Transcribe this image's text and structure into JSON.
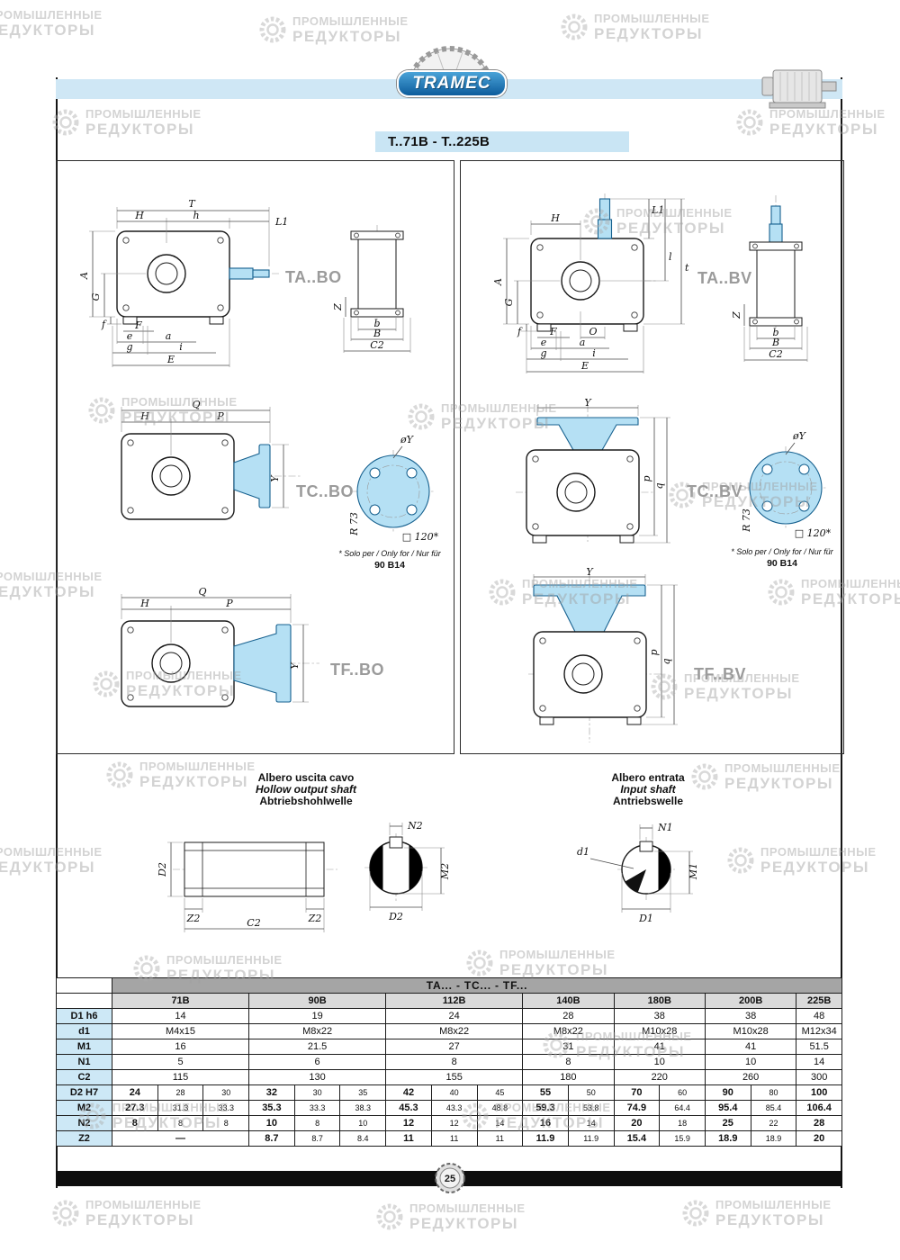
{
  "page": {
    "logo_text": "TRAMEC",
    "title": "T..71B - T..225B",
    "page_number": "25"
  },
  "watermark": {
    "line1": "ПРОМЫШЛЕННЫЕ",
    "line2": "РЕДУКТОРЫ"
  },
  "sections": {
    "output_shaft": {
      "it": "Albero uscita cavo",
      "en": "Hollow output shaft",
      "de": "Abtriebshohlwelle"
    },
    "input_shaft": {
      "it": "Albero entrata",
      "en": "Input shaft",
      "de": "Antriebswelle"
    }
  },
  "drawings": {
    "ta_bo": "TA..BO",
    "ta_bv": "TA..BV",
    "tc_bo": "TC..BO",
    "tc_bv": "TC..BV",
    "tf_bo": "TF..BO",
    "tf_bv": "TF..BV",
    "flange_note_prefix": "* Solo per / Only for / Nur für",
    "flange_note_model": "90 B14",
    "dia_y": "øY",
    "r73": "R 73",
    "sq120": "□ 120*"
  },
  "dims": {
    "T": "T",
    "H": "H",
    "h": "h",
    "L1": "L1",
    "A": "A",
    "G": "G",
    "F": "F",
    "f": "f",
    "e": "e",
    "a": "a",
    "g": "g",
    "i": "i",
    "E": "E",
    "Z": "Z",
    "b": "b",
    "B": "B",
    "C2": "C2",
    "Q": "Q",
    "P": "P",
    "Y": "Y",
    "O": "O",
    "l": "l",
    "t": "t",
    "p": "p",
    "q": "q",
    "N1": "N1",
    "M1": "M1",
    "D1": "D1",
    "d1": "d1",
    "N2": "N2",
    "M2": "M2",
    "D2": "D2",
    "Z2": "Z2"
  },
  "table": {
    "group_header": "TA... - TC... - TF...",
    "sizes": [
      "71B",
      "90B",
      "112B",
      "140B",
      "180B",
      "200B",
      "225B"
    ],
    "rows_simple": [
      {
        "label": "D1 h6",
        "values": [
          "14",
          "19",
          "24",
          "28",
          "38",
          "38",
          "48"
        ]
      },
      {
        "label": "d1",
        "values": [
          "M4x15",
          "M8x22",
          "M8x22",
          "M8x22",
          "M10x28",
          "M10x28",
          "M12x34"
        ]
      },
      {
        "label": "M1",
        "values": [
          "16",
          "21.5",
          "27",
          "31",
          "41",
          "41",
          "51.5"
        ]
      },
      {
        "label": "N1",
        "values": [
          "5",
          "6",
          "8",
          "8",
          "10",
          "10",
          "14"
        ]
      },
      {
        "label": "C2",
        "values": [
          "115",
          "130",
          "155",
          "180",
          "220",
          "260",
          "300"
        ]
      }
    ],
    "rows_split": [
      {
        "label": "D2 H7",
        "values": [
          "24",
          "28",
          "30",
          "32",
          "30",
          "35",
          "42",
          "40",
          "45",
          "55",
          "50",
          "70",
          "60",
          "90",
          "80",
          "100"
        ]
      },
      {
        "label": "M2",
        "values": [
          "27.3",
          "31.3",
          "33.3",
          "35.3",
          "33.3",
          "38.3",
          "45.3",
          "43.3",
          "48.8",
          "59.3",
          "53.8",
          "74.9",
          "64.4",
          "95.4",
          "85.4",
          "106.4"
        ]
      },
      {
        "label": "N2",
        "values": [
          "8",
          "8",
          "8",
          "10",
          "8",
          "10",
          "12",
          "12",
          "14",
          "16",
          "14",
          "20",
          "18",
          "25",
          "22",
          "28"
        ]
      },
      {
        "label": "Z2",
        "values": [
          "—",
          "8.7",
          "8.7",
          "8.4",
          "11",
          "11",
          "11",
          "11.9",
          "11.9",
          "15.4",
          "15.9",
          "18.9",
          "18.9",
          "20"
        ]
      }
    ]
  }
}
